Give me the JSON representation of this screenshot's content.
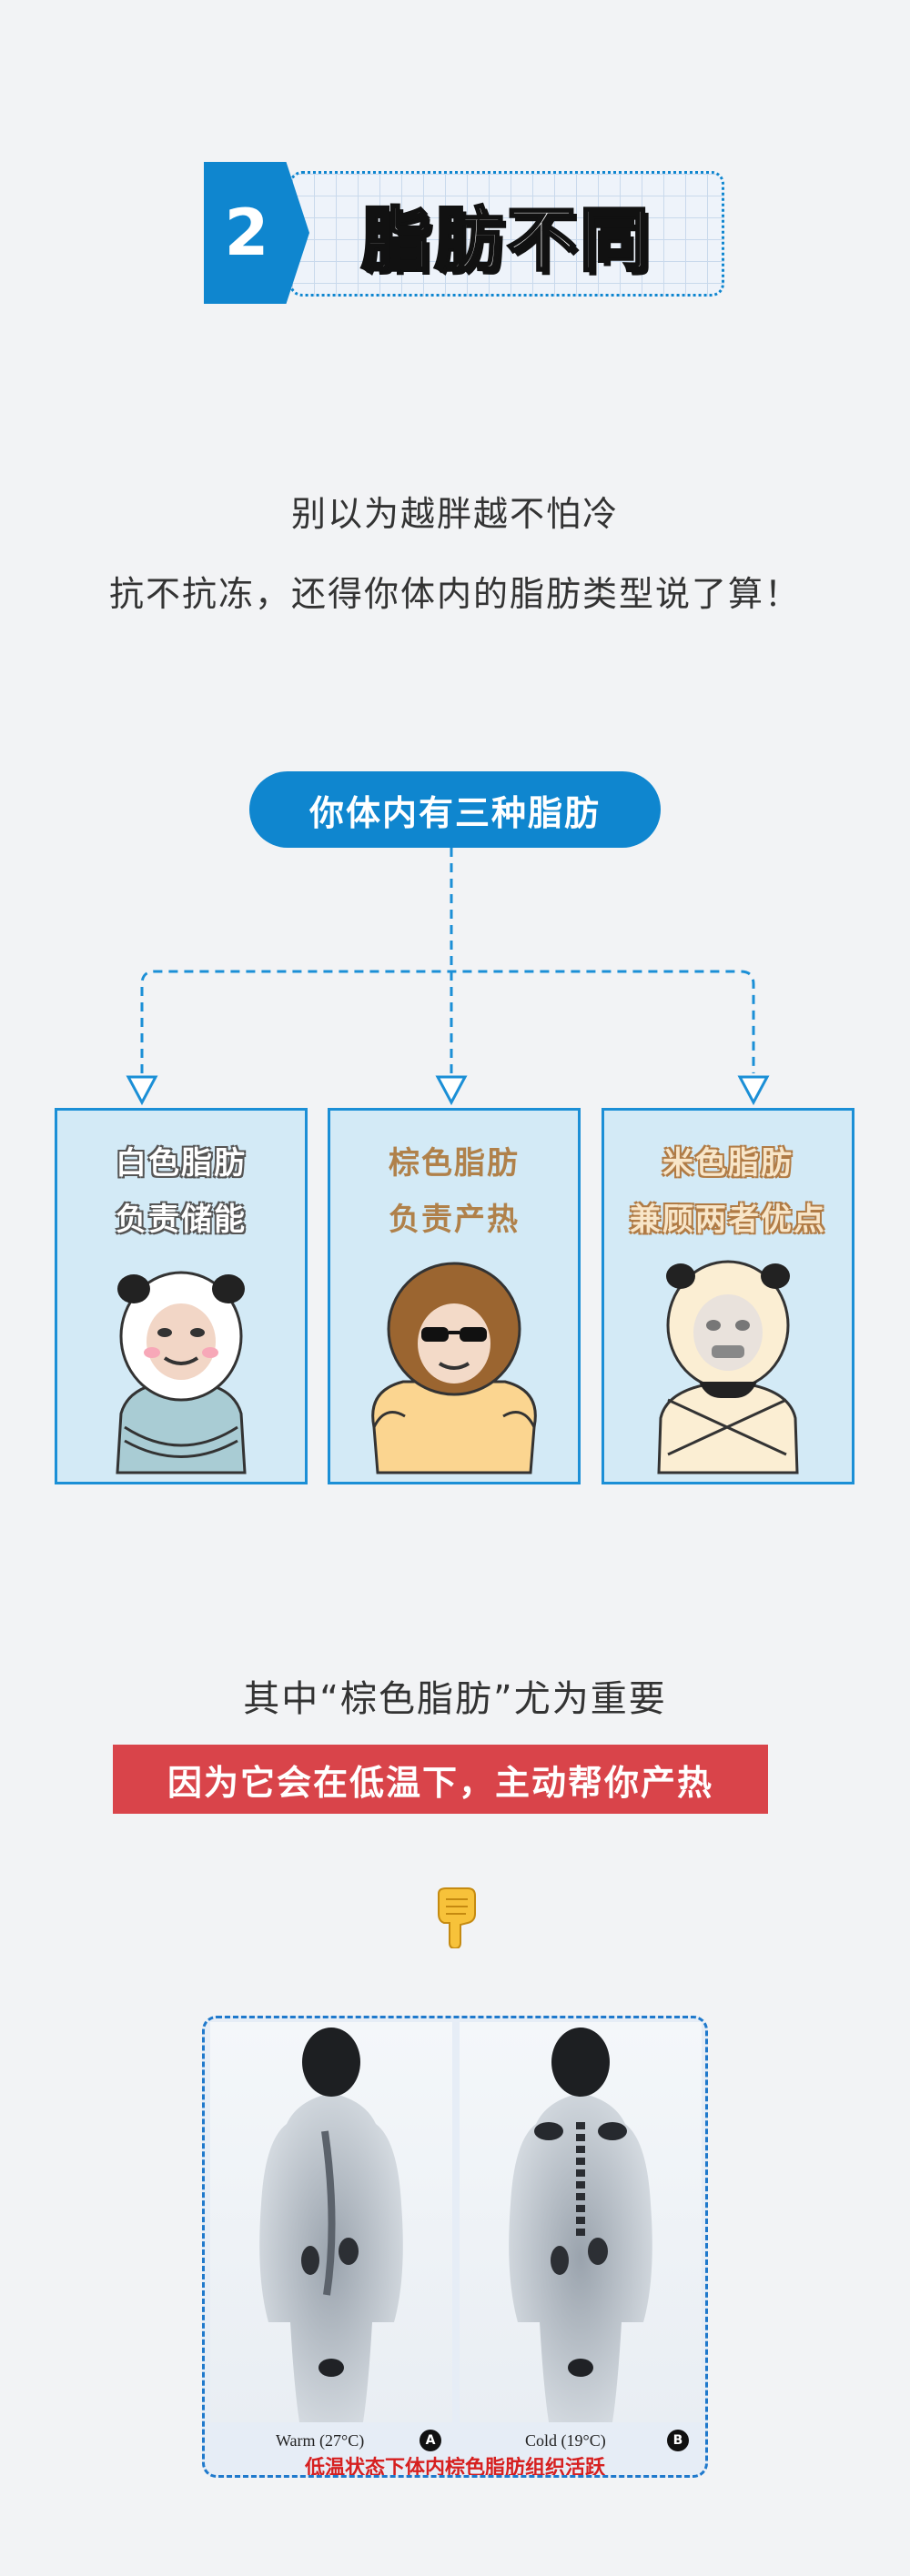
{
  "section": {
    "number": "2",
    "title": "脂肪不同"
  },
  "intro": {
    "line1": "别以为越胖越不怕冷",
    "line2": "抗不抗冻，还得你体内的脂肪类型说了算！"
  },
  "diagram": {
    "root": "你体内有三种脂肪",
    "cards": [
      {
        "name": "白色脂肪",
        "desc": "负责储能",
        "figure": "white-panda-meme"
      },
      {
        "name": "棕色脂肪",
        "desc": "负责产热",
        "figure": "brown-panda-meme"
      },
      {
        "name": "米色脂肪",
        "desc": "兼顾两者优点",
        "figure": "beige-panda-meme"
      }
    ]
  },
  "emphasis": {
    "line": "其中“棕色脂肪”尤为重要",
    "banner": "因为它会在低温下，主动帮你产热"
  },
  "pointer_icon": "pointing-down-hand-icon",
  "scan": {
    "panels": [
      {
        "label": "Warm (27°C)",
        "badge": "A"
      },
      {
        "label": "Cold (19°C)",
        "badge": "B"
      }
    ],
    "caption": "低温状态下体内棕色脂肪组织活跃"
  },
  "colors": {
    "primary_blue": "#0f86cf",
    "banner_red": "#d9444a",
    "card_bg": "#d3eaf6",
    "caption_red": "#d62020"
  }
}
